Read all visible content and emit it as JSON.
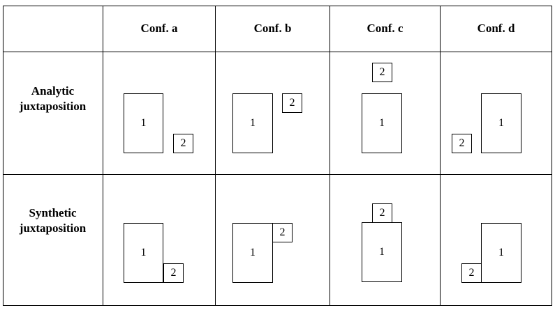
{
  "columns": [
    "Conf. a",
    "Conf. b",
    "Conf. c",
    "Conf. d"
  ],
  "rows": [
    {
      "label_line1": "Analytic",
      "label_line2": "juxtaposition"
    },
    {
      "label_line1": "Synthetic",
      "label_line2": "juxtaposition"
    }
  ],
  "box_labels": {
    "large": "1",
    "small": "2"
  }
}
